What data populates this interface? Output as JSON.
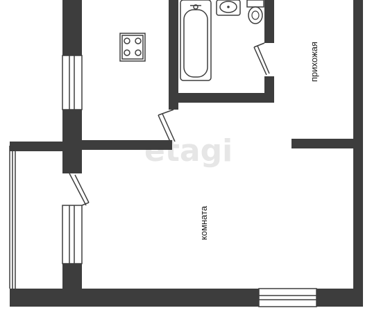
{
  "rooms": {
    "hallway_label": "прихожая",
    "room_label": "комната"
  },
  "watermark": "etagi",
  "colors": {
    "wall": "#3d3d3d",
    "background": "#ffffff",
    "watermark": "#e6e6e6"
  },
  "icons": [
    "stove-icon",
    "bathtub-icon",
    "sink-icon",
    "toilet-icon"
  ]
}
